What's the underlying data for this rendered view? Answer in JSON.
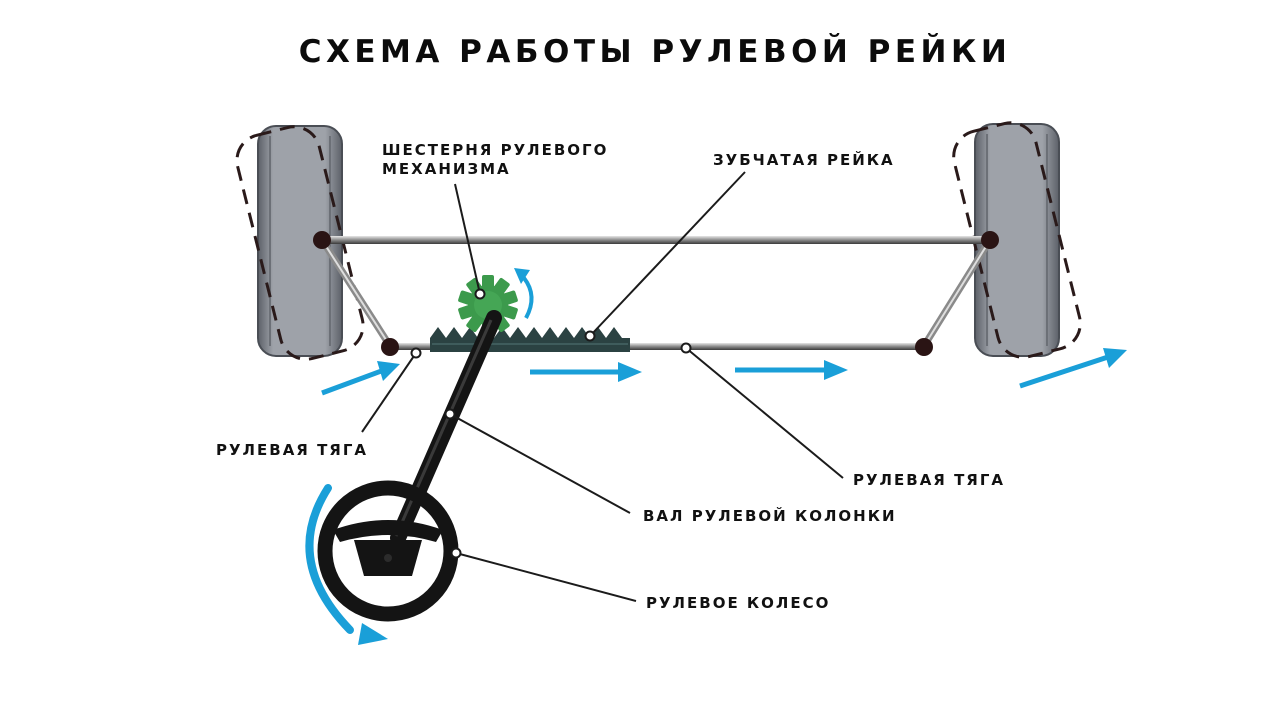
{
  "title": "СХЕМА РАБОТЫ РУЛЕВОЙ РЕЙКИ",
  "labels": {
    "pinion_line1": "ШЕСТЕРНЯ РУЛЕВОГО",
    "pinion_line2": "МЕХАНИЗМА",
    "rack": "ЗУБЧАТАЯ РЕЙКА",
    "tie_rod_left": "РУЛЕВАЯ ТЯГА",
    "tie_rod_right": "РУЛЕВАЯ ТЯГА",
    "column_shaft": "ВАЛ РУЛЕВОЙ КОЛОНКИ",
    "steering_wheel": "РУЛЕВОЕ КОЛЕСО"
  },
  "colors": {
    "arrow": "#1a9fd8",
    "gear": "#3c9a4c",
    "rack": "#2b4242",
    "tire": "#9a9ea5",
    "joint": "#2a1414",
    "outline_dashed": "#2a1a1a"
  }
}
